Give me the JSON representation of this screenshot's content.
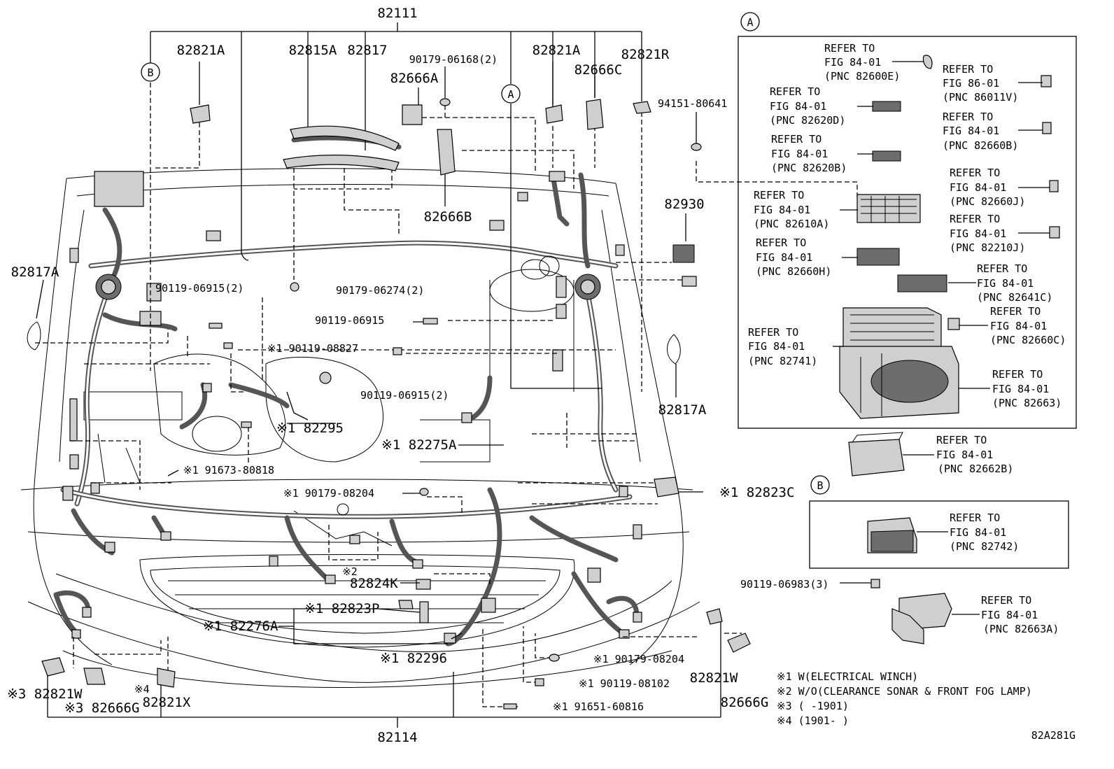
{
  "labels": {
    "top_main": "82111",
    "bottom_main": "82114",
    "p_82821A_left": "82821A",
    "p_82815A": "82815A",
    "p_82817_top": "82817",
    "p_90179_06168": "90179-06168(2)",
    "p_82666A": "82666A",
    "p_82821A_right": "82821A",
    "p_82666C": "82666C",
    "p_82821R": "82821R",
    "p_94151_80641": "94151-80641",
    "p_82666B": "82666B",
    "p_82930": "82930",
    "p_82817A_left": "82817A",
    "p_82817A_right": "82817A",
    "p_90119_06915_2a": "90119-06915(2)",
    "p_90179_06274": "90179-06274(2)",
    "p_90119_06915": "90119-06915",
    "p_90119_08827": "※1 90119-08827",
    "p_90119_06915_2b": "90119-06915(2)",
    "p_82295": "※1 82295",
    "p_82275A": "※1 82275A",
    "p_91673_80818": "※1 91673-80818",
    "p_90179_08204_top": "※1 90179-08204",
    "p_82823C": "※1 82823C",
    "p_82824K": "82824K",
    "p_x2": "※2",
    "p_82823P": "※1 82823P",
    "p_82276A": "※1 82276A",
    "p_82296": "※1 82296",
    "p_90179_08204_bot": "※1 90179-08204",
    "p_90119_08102": "※1 90119-08102",
    "p_91651_60816": "※1 91651-60816",
    "p_82821W_left": "※3 82821W",
    "p_82666G_left": "※3 82666G",
    "p_x4": "※4",
    "p_82821X": "82821X",
    "p_82821W_right": "82821W",
    "p_82666G_right": "82666G",
    "p_90119_06983": "90119-06983(3)",
    "circle_A": "A",
    "circle_B": "B",
    "drawing_code": "82A281G"
  },
  "refer": {
    "refer_to": "REFER TO",
    "fig_84_01": "FIG 84-01",
    "fig_86_01": "FIG 86-01",
    "r1": "(PNC 82600E)",
    "r2": "(PNC 86011V)",
    "r3": "(PNC 82620D)",
    "r4": "(PNC 82660B)",
    "r5": "(PNC 82620B)",
    "r6": "(PNC 82660J)",
    "r7": "(PNC 82610A)",
    "r8": "(PNC 82210J)",
    "r9": "(PNC 82660H)",
    "r10": "(PNC 82641C)",
    "r11": "(PNC 82660C)",
    "r12": "(PNC 82741)",
    "r13": "(PNC 82663)",
    "r14": "(PNC 82662B)",
    "r15": "(PNC 82742)",
    "r16": "(PNC 82663A)"
  },
  "notes": {
    "n1": "※1 W(ELECTRICAL WINCH)",
    "n2": "※2 W/O(CLEARANCE SONAR & FRONT FOG LAMP)",
    "n3": "※3 (      -1901)",
    "n4": "※4 (1901-      )"
  }
}
